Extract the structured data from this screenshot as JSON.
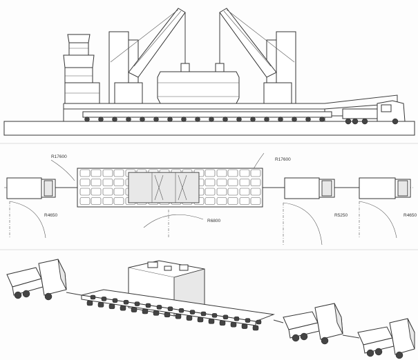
{
  "radius_labels": {
    "r1": "R17600",
    "r2": "R17600",
    "r3": "R4650",
    "r4": "R6800",
    "r5": "R5250",
    "r6": "R4650"
  }
}
